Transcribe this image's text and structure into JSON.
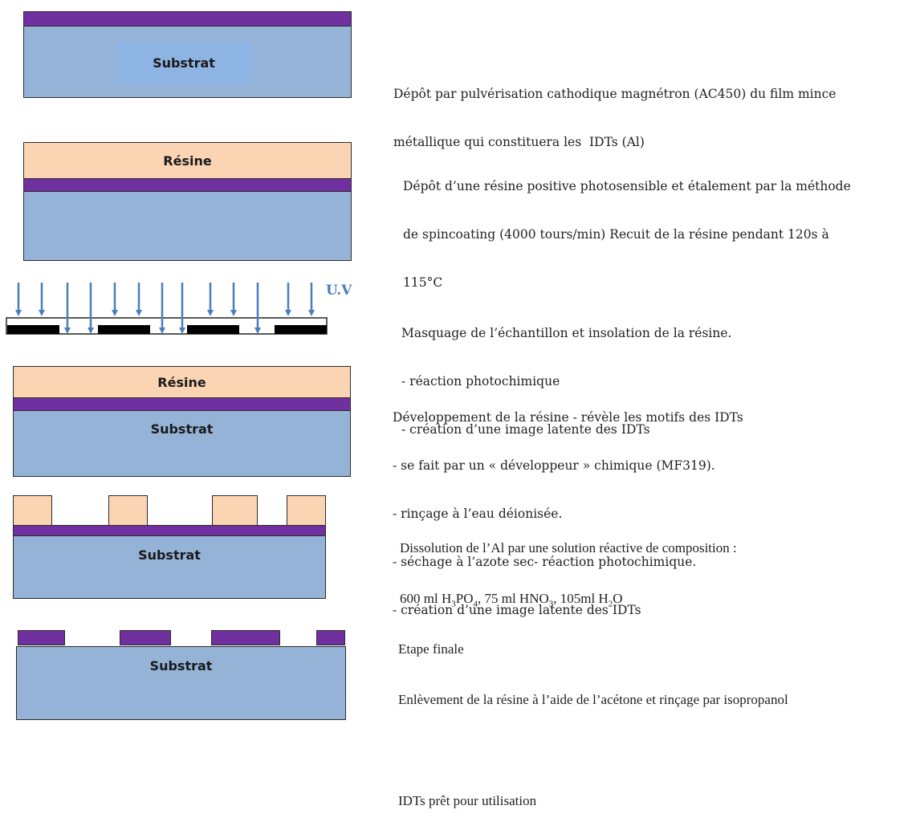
{
  "labels": {
    "substrat": "Substrat",
    "resine": "Résine",
    "uv": "U.V"
  },
  "steps": [
    {
      "lines": [
        "Dépôt par pulvérisation cathodique magnétron (AC450) du film mince",
        "métallique qui constituera les  IDTs (Al)"
      ]
    },
    {
      "lines": [
        "Dépôt d’une résine positive photosensible et étalement par la méthode",
        "de spincoating (4000 tours/min) Recuit de la résine pendant 120s à",
        "115°C"
      ]
    },
    {
      "lines": [
        "Masquage de l’échantillon et insolation de la résine.",
        "- réaction photochimique",
        "- création d’une image latente des IDTs"
      ]
    },
    {
      "lines": [
        "Développement de la résine - révèle les motifs des IDTs",
        "- se fait par un « développeur » chimique (MF319).",
        "- rinçage à l’eau déionisée.",
        "- séchage à l’azote sec- réaction photochimique.",
        "- création d’une image latente des IDTs"
      ]
    },
    {
      "line1": "Dissolution de l’Al par une solution réactive de composition :",
      "formula": {
        "a": "600 ml H",
        "a_sub1": "3",
        "a_mid": "PO",
        "a_sub2": "4",
        "b": ", 75 ml HNO",
        "b_sub": "3",
        "c": ", 105ml H",
        "c_sub": "2",
        "c_end": "O"
      }
    },
    {
      "lines": [
        "Etape finale",
        "Enlèvement de la résine à l’aide de l’acétone et rinçage par isopropanol",
        "",
        "IDTs prêt pour utilisation"
      ]
    }
  ],
  "colors": {
    "substrate": "#95b3d7",
    "metal": "#7030a0",
    "resin": "#fbd4b4",
    "uv_arrow": "#4a7ebb",
    "mask": "#000000"
  }
}
